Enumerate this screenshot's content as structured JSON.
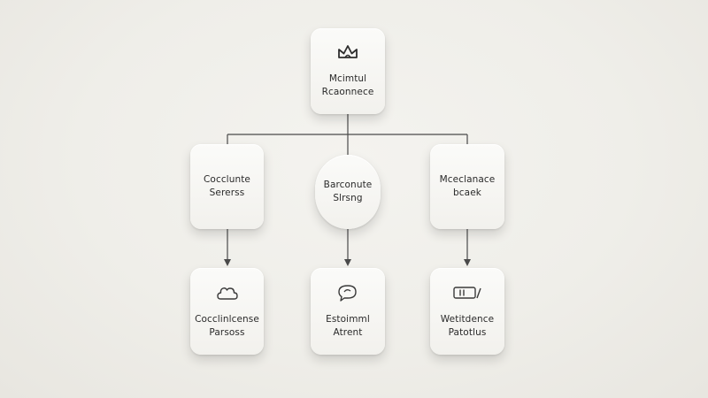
{
  "diagram": {
    "root": {
      "line1": "Mcimtul",
      "line2": "Rcaonnece",
      "icon": "crown-icon"
    },
    "level2": [
      {
        "line1": "Cocclunte",
        "line2": "Sererss"
      },
      {
        "line1": "Barconute",
        "line2": "Slrsng"
      },
      {
        "line1": "Mceclanace",
        "line2": "bcaek"
      }
    ],
    "level3": [
      {
        "line1": "Cocclinlcense",
        "line2": "Parsoss",
        "icon": "cloud-icon"
      },
      {
        "line1": "Estoimml",
        "line2": "Atrent",
        "icon": "chat-bubble-icon"
      },
      {
        "line1": "Wetitdence",
        "line2": "Patotlus",
        "icon": "battery-icon"
      }
    ],
    "colors": {
      "connector": "#4a4a4a",
      "card": "#f7f6f3",
      "text": "#2a2a2a",
      "background": "#efeee9"
    }
  }
}
